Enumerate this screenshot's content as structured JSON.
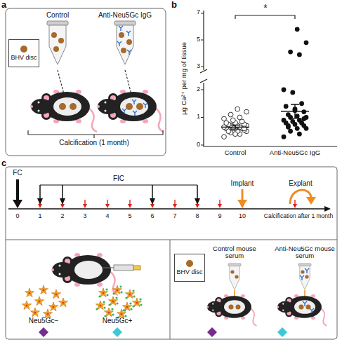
{
  "diagram": {
    "nodes": [
      {
        "text": [
          "BHV disc"
        ]
      },
      {
        "text": [
          "BHV disc"
        ]
      }
    ],
    "labels": [
      "a",
      "Control",
      "Anti-Neu5Gc IgG",
      "Calcification (1 month)",
      "b",
      "*",
      "μg Ca²⁺ per mg of tissue",
      "7",
      "5",
      "3",
      "2",
      "1",
      "0",
      "Control",
      "Anti-Neu5Gc IgG",
      "c",
      "FC",
      "FIC",
      "Implant",
      "Explant",
      "0",
      "1",
      "2",
      "3",
      "4",
      "5",
      "6",
      "7",
      "8",
      "9",
      "10",
      "Calcification after 1 month",
      "Neu5Gc−",
      "Neu5Gc+",
      "Control mouse serum",
      "Anti-Neu5Gc mouse serum"
    ]
  }
}
